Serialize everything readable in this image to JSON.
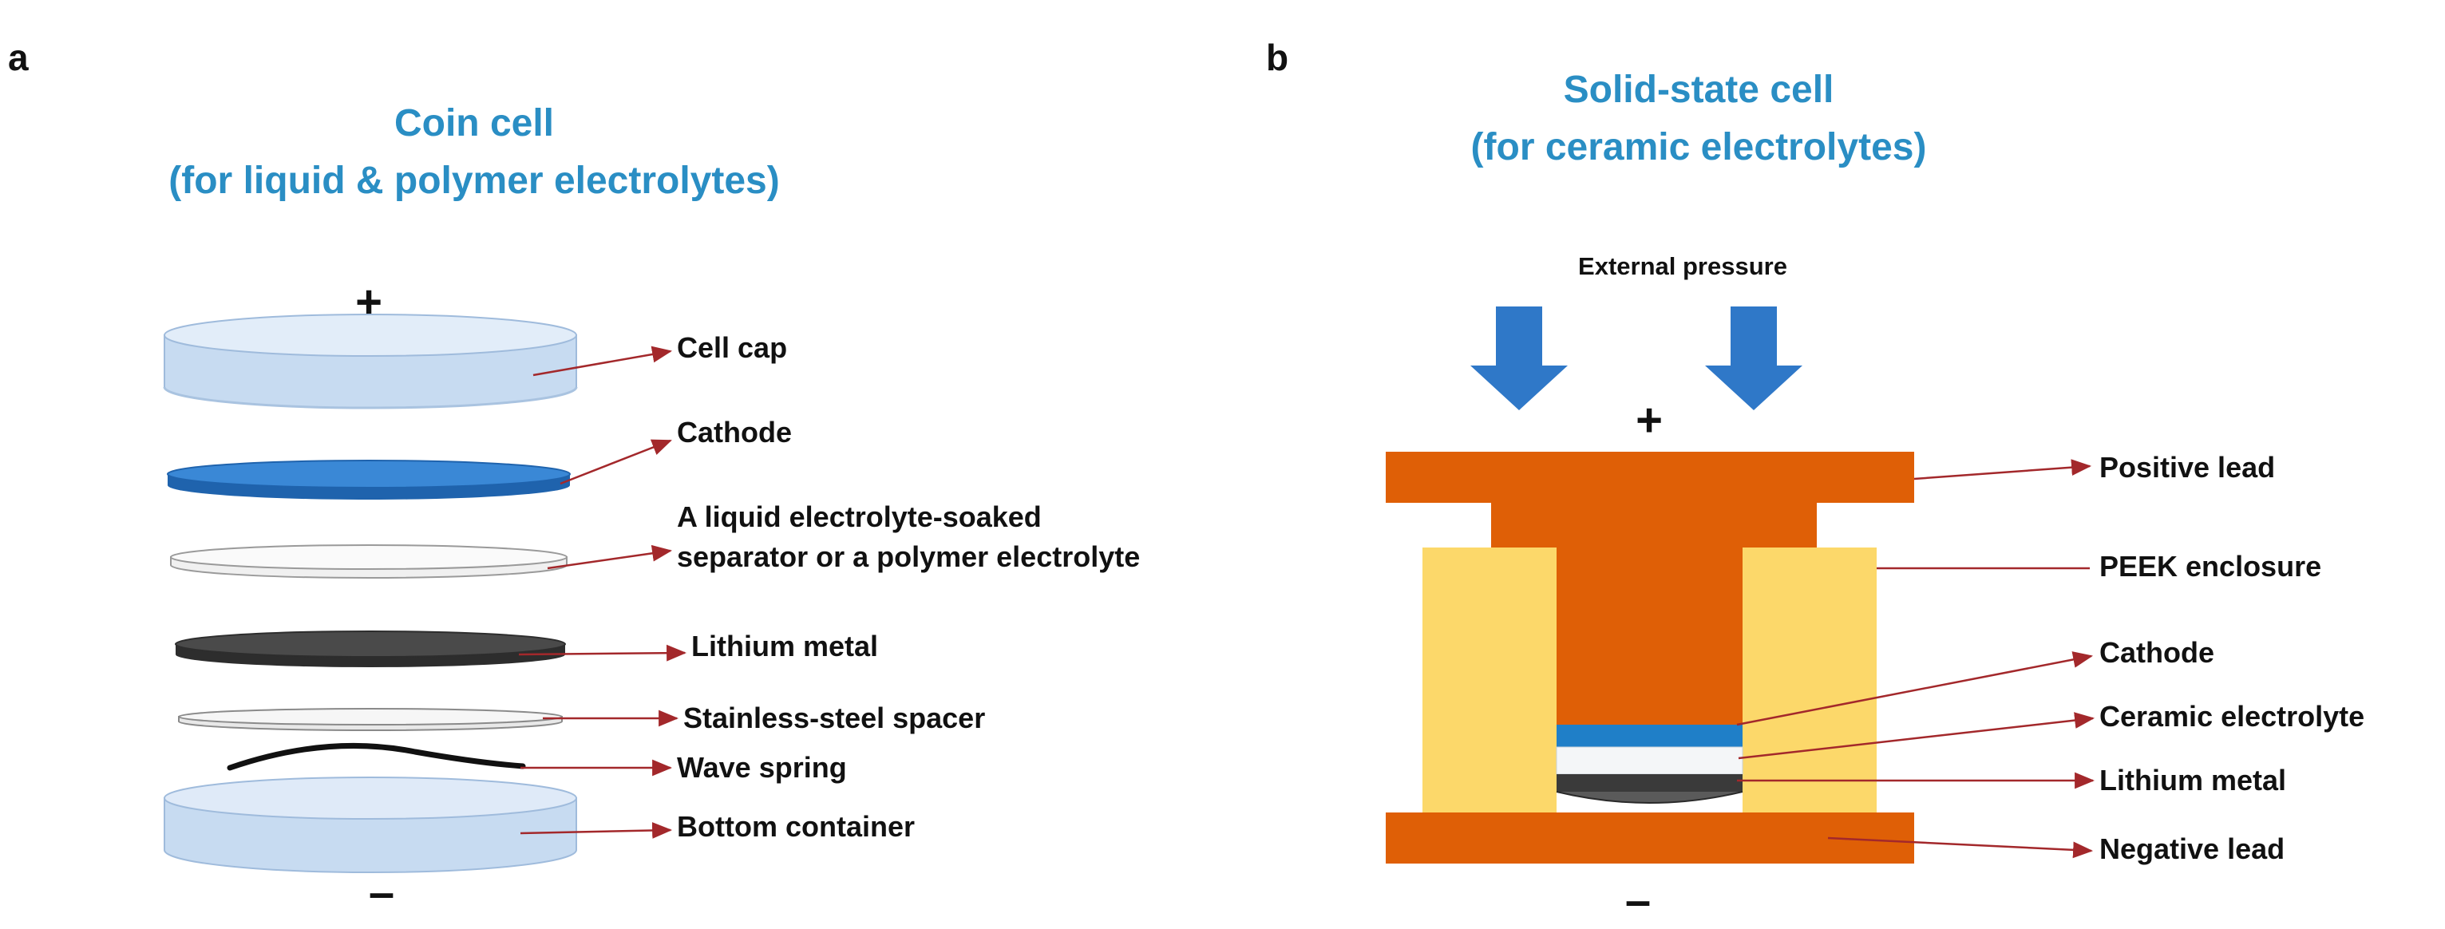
{
  "panel_a": {
    "letter": "a",
    "title_line1": "Coin cell",
    "title_line2": "(for liquid & polymer electrolytes)",
    "plus": "+",
    "minus": "–",
    "labels": {
      "cell_cap": "Cell cap",
      "cathode": "Cathode",
      "separator_line1": "A liquid electrolyte-soaked",
      "separator_line2": "separator or a polymer electrolyte",
      "lithium_metal": "Lithium metal",
      "spacer": "Stainless-steel spacer",
      "wave_spring": "Wave spring",
      "bottom_container": "Bottom container"
    }
  },
  "panel_b": {
    "letter": "b",
    "title_line1": "Solid-state cell",
    "title_line2": "(for ceramic electrolytes)",
    "external_pressure": "External pressure",
    "plus": "+",
    "minus": "–",
    "labels": {
      "positive_lead": "Positive lead",
      "peek_enclosure": "PEEK enclosure",
      "cathode": "Cathode",
      "ceramic_electrolyte": "Ceramic electrolyte",
      "lithium_metal": "Lithium metal",
      "negative_lead": "Negative lead"
    }
  },
  "colors": {
    "title_blue": "#2a8ec4",
    "cap_fill": "#c9dcf2",
    "cathode_blue": "#2f7fcf",
    "lithium_dark": "#3b3b3b",
    "lead_orange": "#df5f06",
    "peek_yellow": "#fcd86a",
    "leader_red": "#a3282b",
    "pressure_arrow": "#2f78c8"
  }
}
